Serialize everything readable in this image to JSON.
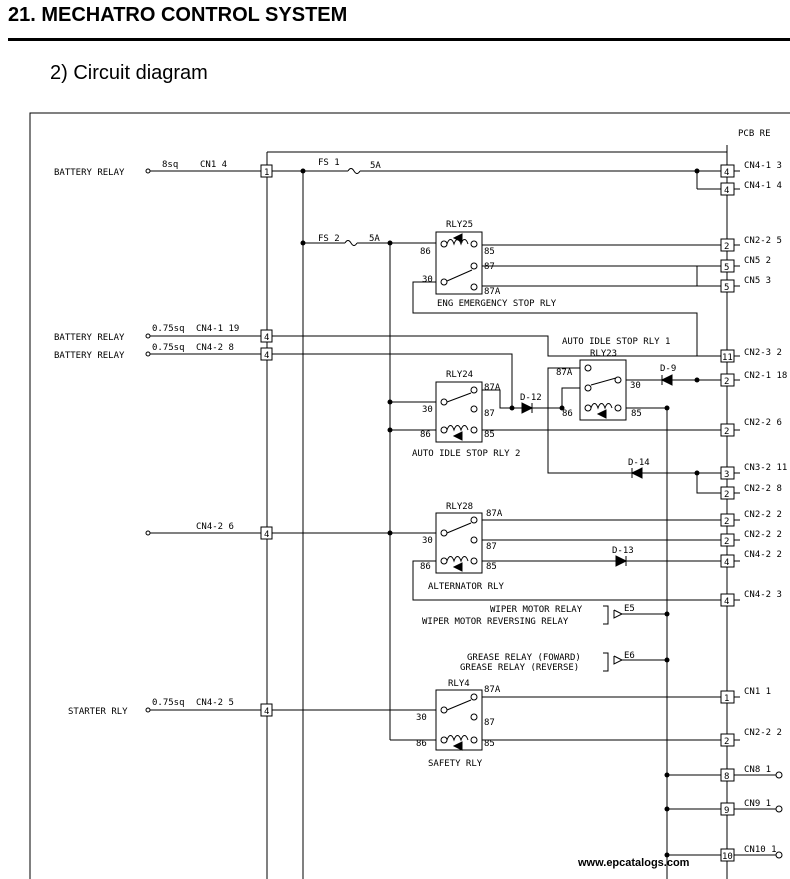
{
  "header": {
    "title": "21. MECHATRO CONTROL SYSTEM",
    "section": "2)   Circuit diagram"
  },
  "pcb_label": "PCB RE",
  "inputs": [
    {
      "label": "BATTERY RELAY",
      "wire": "8sq",
      "conn": "CN1 4",
      "pin": "1"
    },
    {
      "label": "BATTERY RELAY",
      "wire": "0.75sq",
      "conn": "CN4-1 19",
      "pin": "4"
    },
    {
      "label": "BATTERY RELAY",
      "wire": "0.75sq",
      "conn": "CN4-2 8",
      "pin": "4"
    },
    {
      "label": "",
      "wire": "",
      "conn": "CN4-2 6",
      "pin": "4"
    },
    {
      "label": "STARTER RLY",
      "wire": "0.75sq",
      "conn": "CN4-2 5",
      "pin": "4"
    }
  ],
  "fuses": [
    {
      "name": "FS 1",
      "rating": "5A"
    },
    {
      "name": "FS 2",
      "rating": "5A"
    }
  ],
  "relays": [
    {
      "id": "RLY25",
      "caption": "ENG EMERGENCY STOP RLY",
      "pins": [
        "86",
        "85",
        "30",
        "87",
        "87A"
      ]
    },
    {
      "id": "RLY23",
      "caption": "AUTO IDLE STOP RLY 1",
      "pins": [
        "87A",
        "30",
        "86",
        "85"
      ]
    },
    {
      "id": "RLY24",
      "caption": "AUTO IDLE STOP RLY 2",
      "pins": [
        "87A",
        "30",
        "87",
        "86",
        "85"
      ]
    },
    {
      "id": "RLY28",
      "caption": "ALTERNATOR RLY",
      "pins": [
        "87A",
        "30",
        "87",
        "86",
        "85"
      ]
    },
    {
      "id": "RLY4",
      "caption": "SAFETY RLY",
      "pins": [
        "87A",
        "30",
        "87",
        "86",
        "85"
      ]
    }
  ],
  "diodes": [
    "D-9",
    "D-12",
    "D-14",
    "D-13"
  ],
  "outputs": [
    {
      "pin": "4",
      "conn": "CN4-1 3"
    },
    {
      "pin": "4",
      "conn": "CN4-1 4"
    },
    {
      "pin": "2",
      "conn": "CN2-2 5"
    },
    {
      "pin": "5",
      "conn": "CN5 2"
    },
    {
      "pin": "5",
      "conn": "CN5 3"
    },
    {
      "pin": "11",
      "conn": "CN2-3 2"
    },
    {
      "pin": "2",
      "conn": "CN2-1 18"
    },
    {
      "pin": "2",
      "conn": "CN2-2 6"
    },
    {
      "pin": "3",
      "conn": "CN3-2 11"
    },
    {
      "pin": "2",
      "conn": "CN2-2 8"
    },
    {
      "pin": "2",
      "conn": "CN2-2 2"
    },
    {
      "pin": "2",
      "conn": "CN2-2 2"
    },
    {
      "pin": "4",
      "conn": "CN4-2 2"
    },
    {
      "pin": "4",
      "conn": "CN4-2 3"
    },
    {
      "pin": "1",
      "conn": "CN1 1"
    },
    {
      "pin": "2",
      "conn": "CN2-2 2"
    },
    {
      "pin": "8",
      "conn": "CN8 1"
    },
    {
      "pin": "9",
      "conn": "CN9 1"
    },
    {
      "pin": "10",
      "conn": "CN10 1"
    }
  ],
  "wiper": {
    "line1": "WIPER MOTOR RELAY",
    "line2": "WIPER MOTOR REVERSING RELAY",
    "tag": "E5"
  },
  "grease": {
    "line1": "GREASE RELAY (FOWARD)",
    "line2": "GREASE RELAY (REVERSE)",
    "tag": "E6"
  },
  "watermark": "www.epcatalogs.com"
}
